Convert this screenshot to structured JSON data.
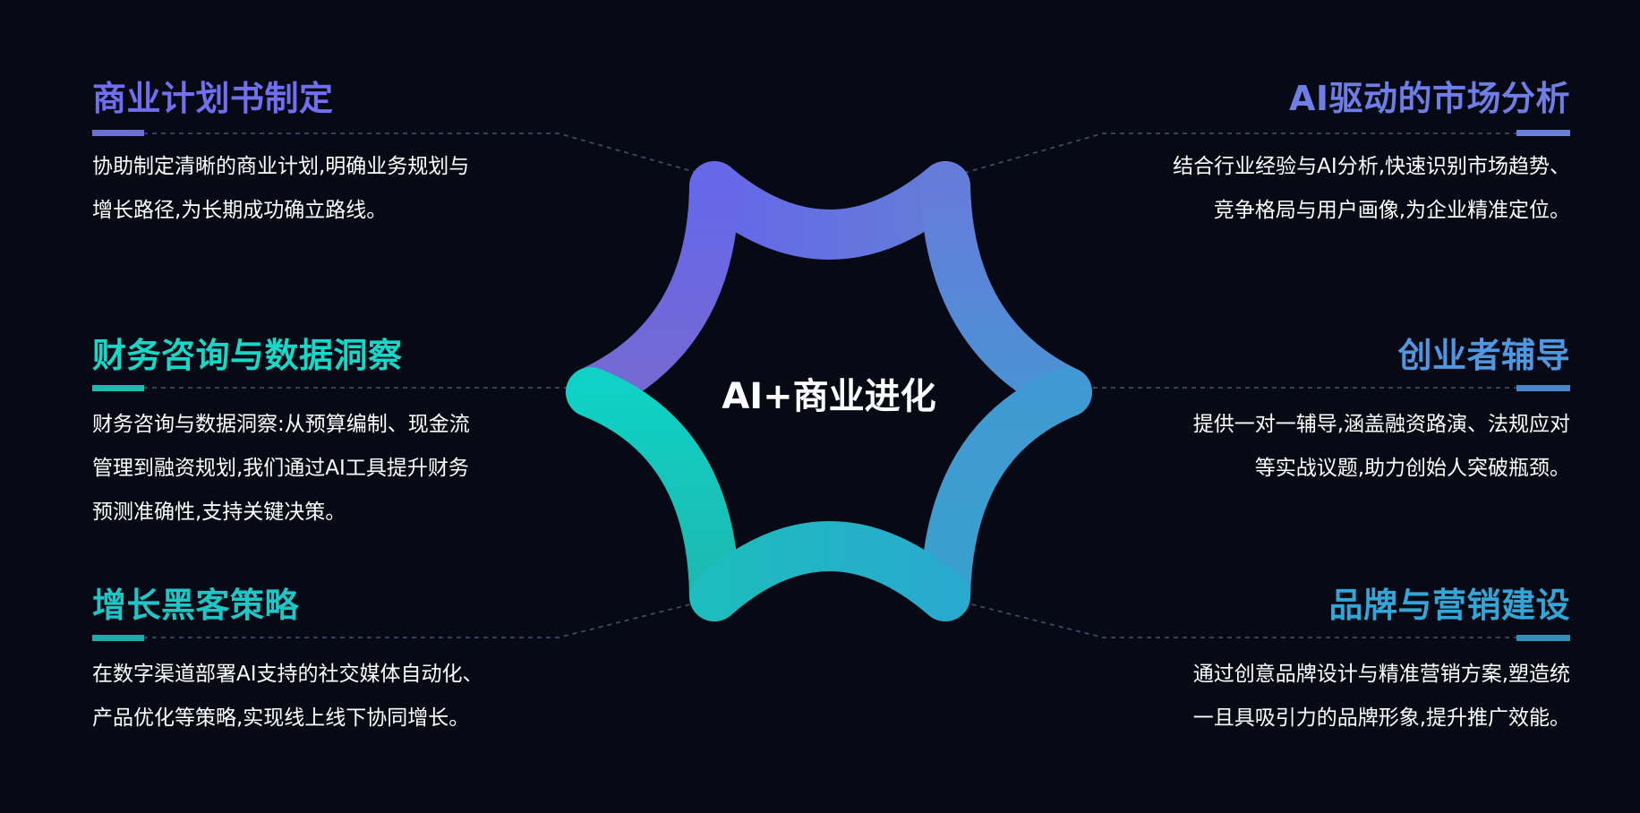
{
  "center": {
    "label": "AI+商业进化"
  },
  "items": [
    {
      "title": "商业计划书制定",
      "color": "#6f6ff0",
      "lines": [
        "协助制定清晰的商业计划,明确业务规划与",
        "增长路径,为长期成功确立路线。"
      ]
    },
    {
      "title": "AI驱动的市场分析",
      "color": "#6d7ee6",
      "lines": [
        "结合行业经验与AI分析,快速识别市场趋势、",
        "竞争格局与用户画像,为企业精准定位。"
      ]
    },
    {
      "title": "财务咨询与数据洞察",
      "color": "#17d8c8",
      "lines": [
        "财务咨询与数据洞察:从预算编制、现金流",
        "管理到融资规划,我们通过AI工具提升财务",
        "预测准确性,支持关键决策。"
      ]
    },
    {
      "title": "创业者辅导",
      "color": "#4f97e0",
      "lines": [
        "提供一对一辅导,涵盖融资路演、法规应对",
        "等实战议题,助力创始人突破瓶颈。"
      ]
    },
    {
      "title": "增长黑客策略",
      "color": "#20c6c6",
      "lines": [
        "在数字渠道部署AI支持的社交媒体自动化、",
        "产品优化等策略,实现线上线下协同增长。"
      ]
    },
    {
      "title": "品牌与营销建设",
      "color": "#32a6d6",
      "lines": [
        "通过创意品牌设计与精准营销方案,塑造统",
        "一且具吸引力的品牌形象,提升推广效能。"
      ]
    }
  ]
}
